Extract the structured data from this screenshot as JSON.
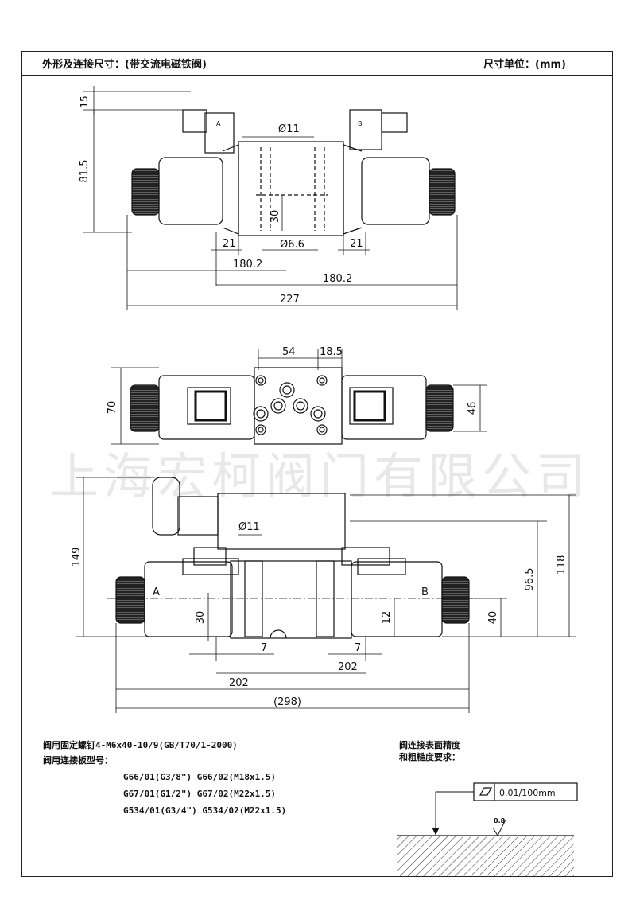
{
  "header": {
    "title": "外形及连接尺寸：(带交流电磁铁阀)",
    "units": "尺寸单位：(mm)"
  },
  "watermark": "上海宏柯阀门有限公司",
  "views": {
    "top": {
      "dims": {
        "h15": "15",
        "h81_5": "81.5",
        "dia11": "Ø11",
        "d30": "30",
        "dia6_6": "Ø6.6",
        "left21": "21",
        "right21": "21",
        "w180_2a": "180.2",
        "w180_2b": "180.2",
        "w227": "227"
      },
      "solenoid_labels": {
        "a": "A",
        "b": "B"
      }
    },
    "plan": {
      "dims": {
        "w54": "54",
        "w18_5": "18.5",
        "h70": "70",
        "h46": "46"
      }
    },
    "front": {
      "dims": {
        "h149": "149",
        "dia11": "Ø11",
        "h96_5": "96.5",
        "h118": "118",
        "h30": "30",
        "h12": "12",
        "h40": "40",
        "w7a": "7",
        "w7b": "7",
        "w202a": "202",
        "w202b": "202",
        "w298": "(298)"
      },
      "port_labels": {
        "a": "A",
        "b": "B"
      }
    }
  },
  "notes": {
    "bolt": "阀用固定螺钉4-M6x40-10/9(GB/T70/1-2000)",
    "plate_title": "阀用连接板型号：",
    "plates": [
      "G66/01(G3/8\") G66/02(M18x1.5)",
      "G67/01(G1/2\") G67/02(M22x1.5)",
      "G534/01(G3/4\") G534/02(M22x1.5)"
    ],
    "surface_title": "阀连接表面精度",
    "surface_subtitle": "和粗糙度要求：",
    "flatness": "0.01/100mm",
    "roughness": "0.8"
  }
}
